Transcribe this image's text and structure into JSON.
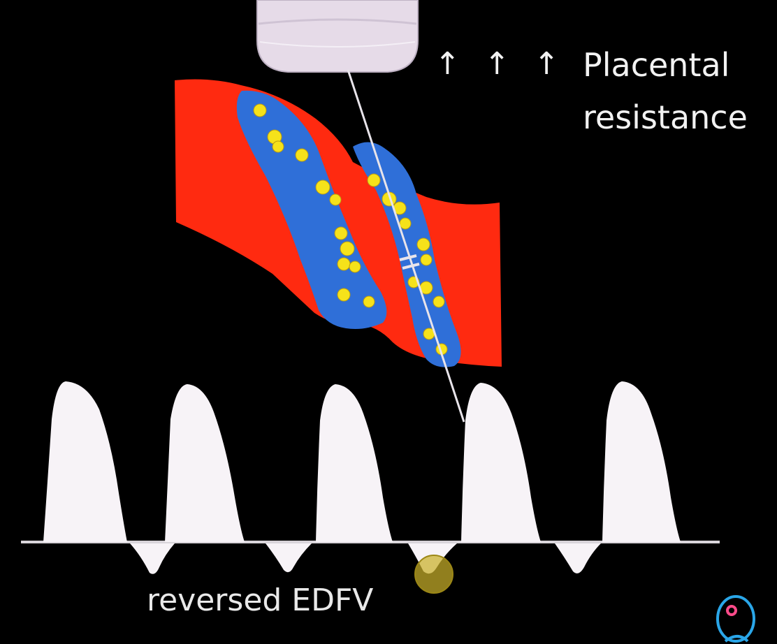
{
  "annotation": {
    "arrows": "↑ ↑ ↑",
    "title_line_1": "Placental",
    "title_line_2": "resistance"
  },
  "waveform": {
    "label": "reversed EDFV",
    "systolic_peaks": 5,
    "reversed_diastolic_dips": 4
  },
  "icons": {
    "probe": "ultrasound-probe-icon",
    "vessel": "placental-vessel-illustration",
    "highlight": "reversed-flow-highlight-icon",
    "logo": "channel-logo-icon"
  },
  "colors": {
    "background": "#000000",
    "tissue": "#ff2a10",
    "vessel": "#2f6fd8",
    "cells": "#f6e21a",
    "waveform": "#f7f3f7",
    "highlight": "#c9b02a",
    "logo": "#2aa6e8"
  }
}
